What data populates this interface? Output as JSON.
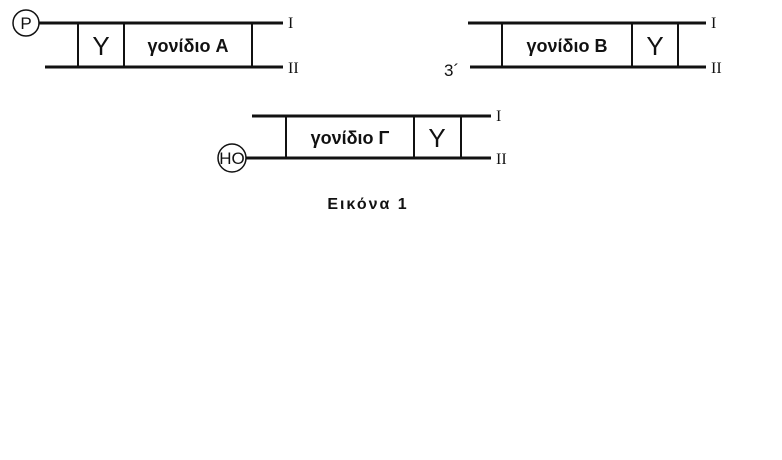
{
  "diagrams": [
    {
      "id": "A",
      "gene_label": "γονίδιο A",
      "sequence_label": "Y",
      "strand_top": "I",
      "strand_bottom": "II",
      "end_marker": "P"
    },
    {
      "id": "B",
      "gene_label": "γονίδιο B",
      "sequence_label": "Y",
      "strand_top": "I",
      "strand_bottom": "II",
      "end_marker": "3´"
    },
    {
      "id": "G",
      "gene_label": "γονίδιο Γ",
      "sequence_label": "Y",
      "strand_top": "I",
      "strand_bottom": "II",
      "end_marker": "HO"
    }
  ],
  "caption": "Εικόνα 1"
}
